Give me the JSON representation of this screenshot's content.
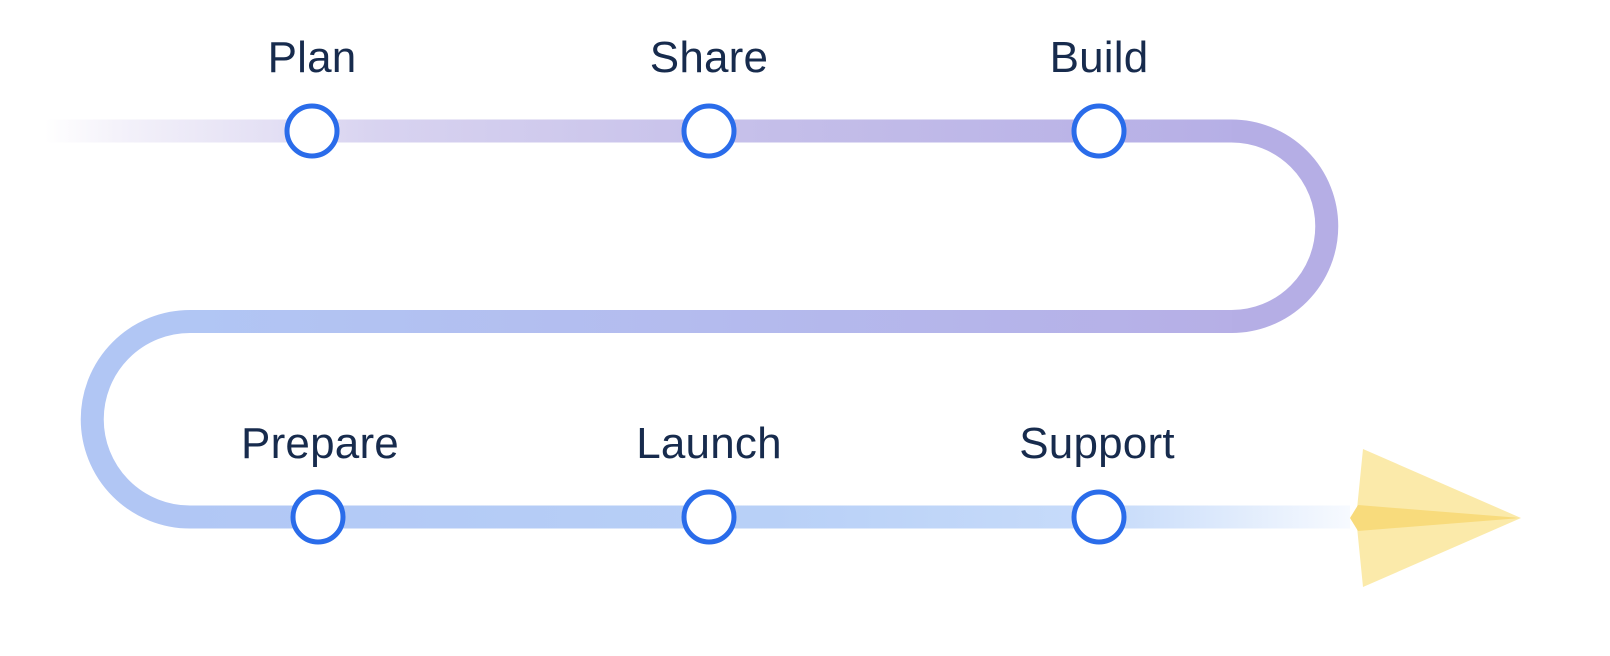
{
  "diagram": {
    "type": "journey-flow",
    "stages": [
      {
        "label": "Plan"
      },
      {
        "label": "Share"
      },
      {
        "label": "Build"
      },
      {
        "label": "Prepare"
      },
      {
        "label": "Launch"
      },
      {
        "label": "Support"
      }
    ],
    "end_icon": "paper-plane-icon",
    "colors": {
      "label_text": "#172B4D",
      "node_stroke": "#2A6CEA",
      "node_fill": "#FFFFFF",
      "path_purple": "#B5AEE5",
      "path_blue": "#B1C6F4",
      "plane_wing": "#FBEAAA",
      "plane_fold": "#F8DB7C"
    }
  }
}
